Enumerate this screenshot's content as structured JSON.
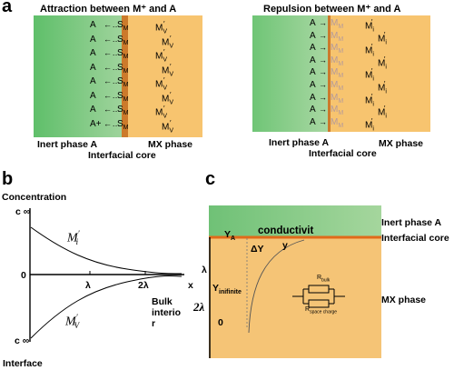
{
  "panel_a": {
    "letter": "a",
    "left": {
      "title": "Attraction between M⁺ and A",
      "a_labels": [
        "A",
        "A",
        "A",
        "A",
        "A",
        "A",
        "A",
        "A+"
      ],
      "s_labels": [
        "S",
        "S",
        "S",
        "S",
        "S",
        "S",
        "S",
        "S"
      ],
      "s_sub": "M",
      "m_labels": [
        "M",
        "M",
        "M",
        "M",
        "M",
        "M",
        "M",
        "M"
      ],
      "m_sub": "V",
      "m_sup": "′",
      "inert_label": "Inert phase A",
      "mx_label": "MX phase",
      "core_label": "Interfacial core",
      "colors": {
        "green": "#5fbf6a",
        "orange": "#f7bf6f",
        "core": "#cc7a2b",
        "arrow": "#222222"
      }
    },
    "right": {
      "title": "Repulsion between M⁺ and A",
      "a_labels": [
        "A",
        "A",
        "A",
        "A",
        "A",
        "A",
        "A",
        "A",
        "A"
      ],
      "mm_labels": [
        "M",
        "M",
        "M",
        "M",
        "M",
        "M",
        "M",
        "M",
        "M"
      ],
      "mm_sub": "M",
      "mi_labels": [
        "M",
        "M",
        "M",
        "M",
        "M",
        "M",
        "M",
        "M",
        "M"
      ],
      "mi_sub": "i",
      "mi_sup": "′",
      "inert_label": "Inert phase A",
      "mx_label": "MX phase",
      "core_label": "Interfacial core"
    }
  },
  "panel_b": {
    "letter": "b",
    "y_axis_label": "Concentration",
    "c_top": "c ∞",
    "c_bottom": "c ∞",
    "zero": "0",
    "x_label": "x",
    "lambda": "λ",
    "two_lambda": "2λ",
    "upper_curve": {
      "sym": "M",
      "sup": "′",
      "sub": "i"
    },
    "lower_curve": {
      "sym": "M",
      "sup": "′",
      "sub": "V"
    },
    "bulk_lines": [
      "Bulk",
      "interio",
      "r"
    ],
    "interface_label": "Interface"
  },
  "panel_c": {
    "letter": "c",
    "inert_label": "Inert phase A",
    "core_label": "Interfacial core",
    "mx_label": "MX phase",
    "ya_sym": "Y",
    "ya_sub": "A",
    "conductivity": "conductivit",
    "delta_y": "ΔY",
    "y": "y",
    "lambda": "λ",
    "two_lambda": "2λ",
    "zero": "0",
    "yinf_sym": "Y",
    "yinf_sub": "inifinite",
    "r_bulk_sym": "R",
    "r_bulk_sub": "bulk",
    "r_space_sym": "R",
    "r_space_sub": "space charge",
    "colors": {
      "green": "#7cc47e",
      "orange": "#f5c476",
      "line": "#e06a1a"
    }
  }
}
